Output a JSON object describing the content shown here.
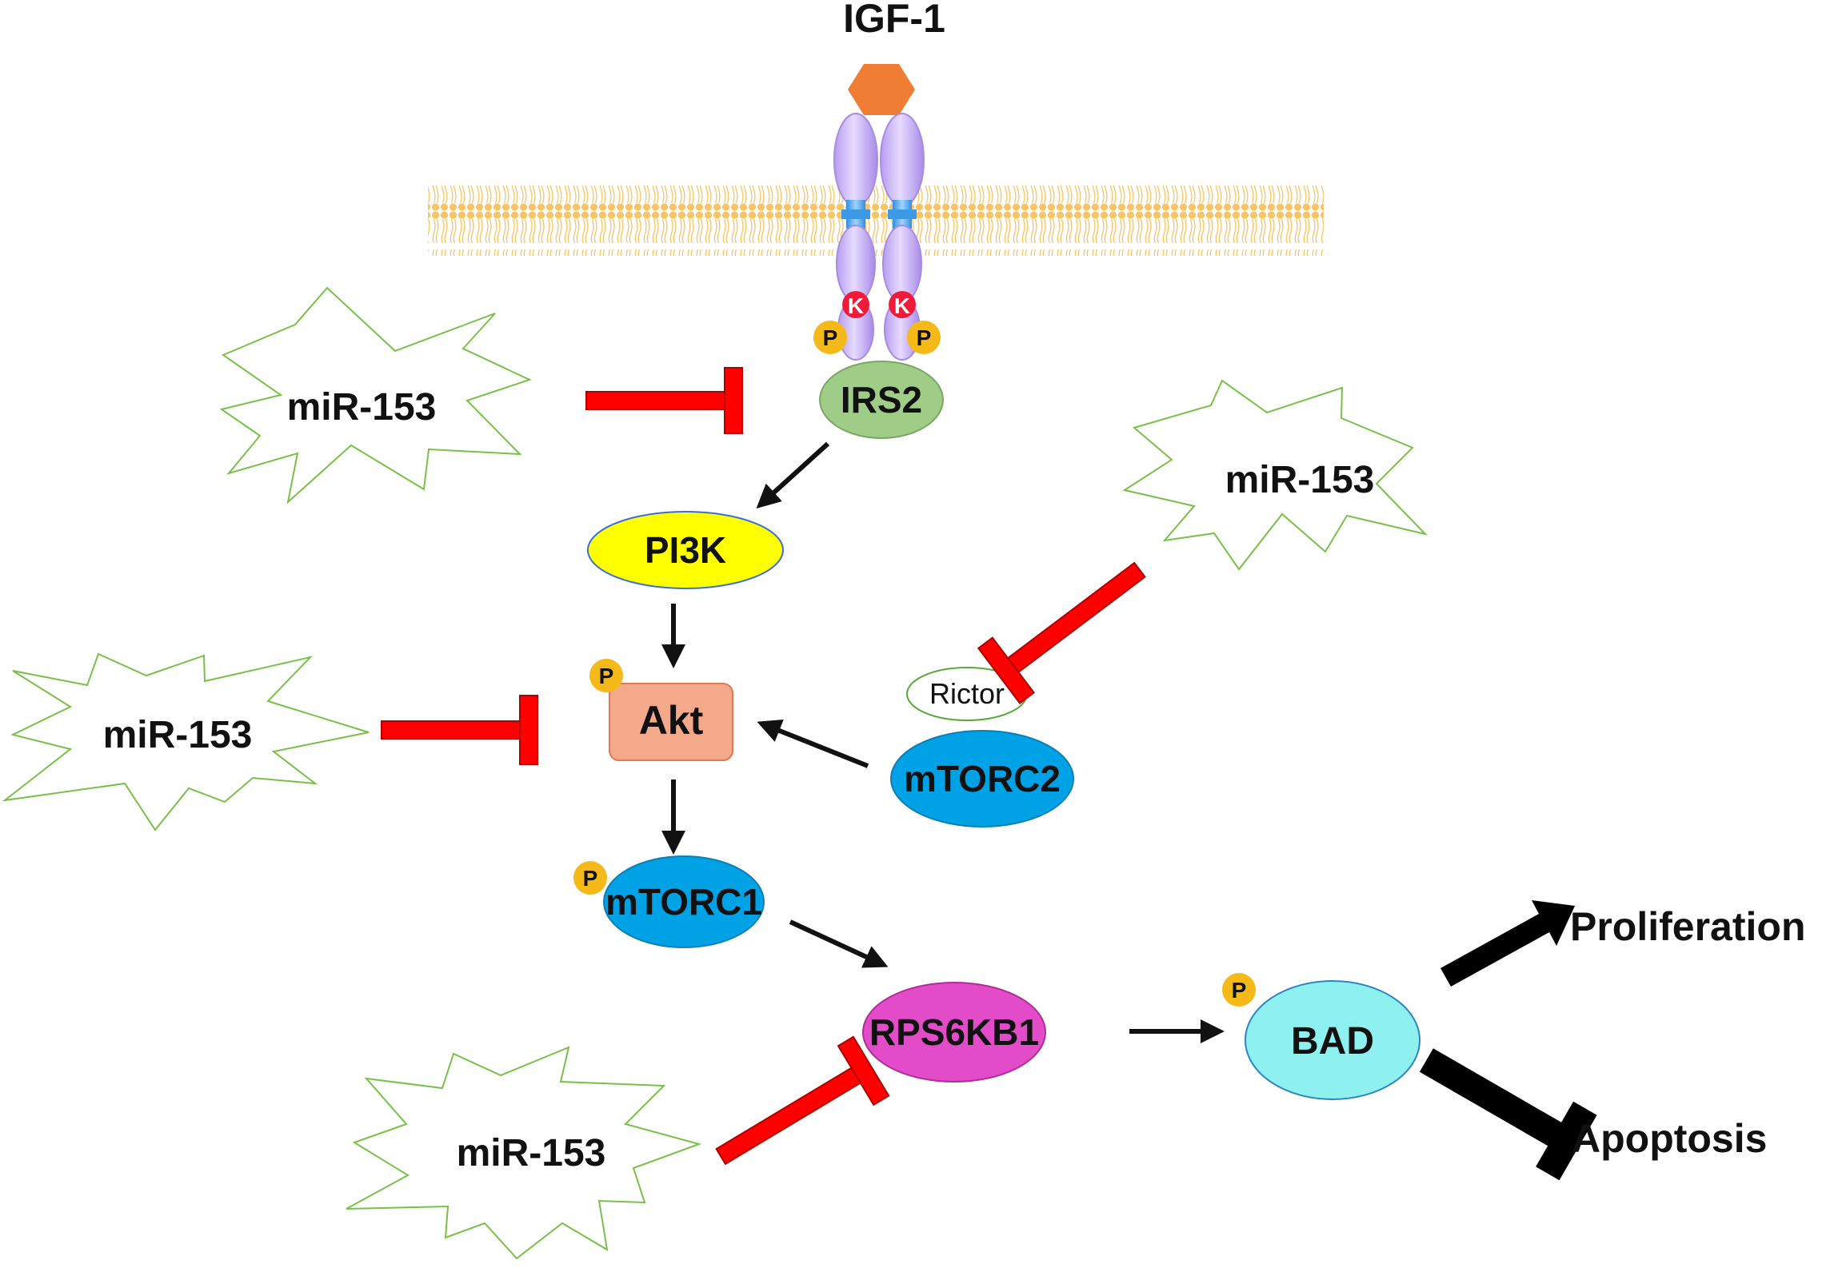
{
  "ligand": {
    "label": "IGF-1",
    "color": "#ef7d34"
  },
  "kinase_marks": [
    "K",
    "K"
  ],
  "phospho_label": "P",
  "nodes": {
    "irs2": {
      "label": "IRS2",
      "color": "#9fcc87"
    },
    "pi3k": {
      "label": "PI3K",
      "color": "#ffff00"
    },
    "akt": {
      "label": "Akt",
      "color": "#f4a98a"
    },
    "rictor": {
      "label": "Rictor"
    },
    "mtorc2": {
      "label": "mTORC2",
      "color": "#00a2e6"
    },
    "mtorc1": {
      "label": "mTORC1",
      "color": "#00a2e6"
    },
    "rps6kb1": {
      "label": "RPS6KB1",
      "color": "#e24cc8"
    },
    "bad": {
      "label": "BAD",
      "color": "#8ff0f0"
    }
  },
  "inhibitors": [
    {
      "label": "miR-153"
    },
    {
      "label": "miR-153"
    },
    {
      "label": "miR-153"
    },
    {
      "label": "miR-153"
    }
  ],
  "outcomes": {
    "proliferation": "Proliferation",
    "apoptosis": "Apoptosis"
  },
  "colors": {
    "membrane": "#f8c464",
    "receptor": "#c7b0f2",
    "receptor_link": "#4fa9ea",
    "kinase_k": "#ef1b3a",
    "phospho": "#f5b91a",
    "inhibition": "#ff0000",
    "starburst_stroke": "#79c048"
  }
}
